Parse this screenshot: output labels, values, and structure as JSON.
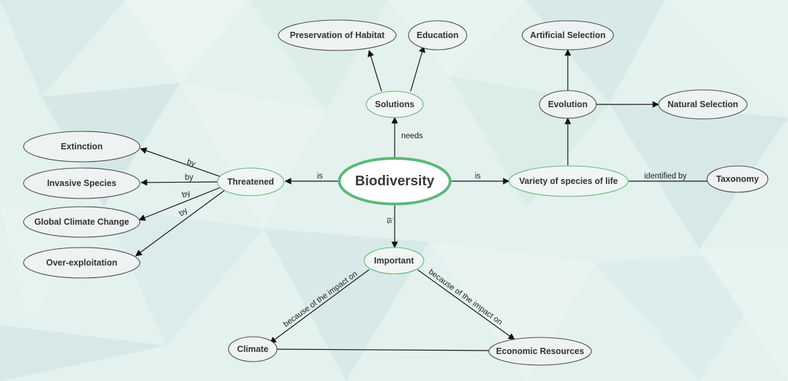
{
  "diagram": {
    "center": {
      "label": "Biodiversity"
    },
    "nodes": {
      "preservation": "Preservation of Habitat",
      "education": "Education",
      "solutions": "Solutions",
      "artificial_selection": "Artificial Selection",
      "evolution": "Evolution",
      "natural_selection": "Natural Selection",
      "extinction": "Extinction",
      "invasive_species": "Invasive Species",
      "global_climate_change": "Global Climate Change",
      "over_exploitation": "Over-exploitation",
      "threatened": "Threatened",
      "variety": "Variety of species of life",
      "taxonomy": "Taxonomy",
      "important": "Important",
      "climate": "Climate",
      "economic_resources": "Economic Resources"
    },
    "edge_labels": {
      "needs": "needs",
      "is_threatened": "is",
      "is_variety": "is",
      "is_important": "is",
      "identified_by": "identified by",
      "by_extinction": "by",
      "by_invasive": "by",
      "by_climate_change": "by",
      "by_over_exploitation": "by",
      "because_climate": "because of the impact on",
      "because_economic": "because of the impact on"
    }
  }
}
